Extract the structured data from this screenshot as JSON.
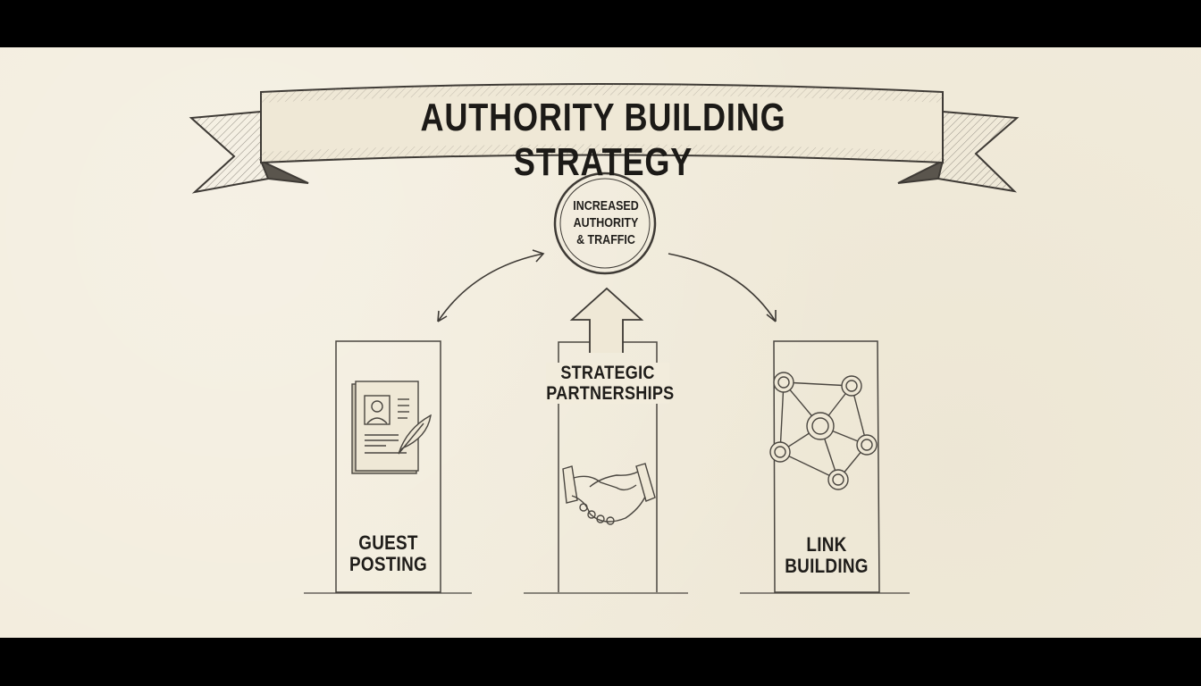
{
  "title": "AUTHORITY BUILDING STRATEGY",
  "goal": {
    "lines": [
      "INCREASED",
      "AUTHORITY",
      "& TRAFFIC"
    ]
  },
  "pillars": [
    {
      "id": "guest-posting",
      "lines": [
        "GUEST",
        "POSTING"
      ],
      "icon": "document-quill-icon"
    },
    {
      "id": "strategic-partnerships",
      "lines": [
        "STRATEGIC",
        "PARTNERSHIPS"
      ],
      "icon": "handshake-icon"
    },
    {
      "id": "link-building",
      "lines": [
        "LINK",
        "BUILDING"
      ],
      "icon": "network-icon"
    }
  ],
  "colors": {
    "paper": "#f2ecdc",
    "ink": "#1f1d1a",
    "sketch": "#4a4640"
  }
}
